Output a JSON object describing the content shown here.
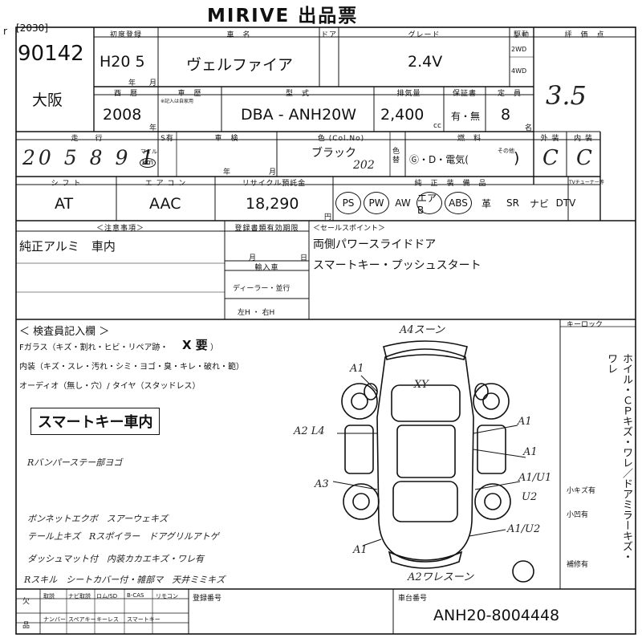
{
  "sheet": {
    "brand_title": "MIRIVE 出品票",
    "corner_prefix": "r",
    "corner_code": "[2030]",
    "lot_number": "90142",
    "location": "大阪"
  },
  "row1": {
    "labels": {
      "first_reg": "初度登録",
      "car_name": "車　名",
      "door": "ドア",
      "grade": "グレード",
      "drive": "駆動",
      "score": "評　価　点"
    },
    "first_reg_value": "H20 5",
    "year_unit": "年",
    "month_unit": "月",
    "car_name_value": "ヴェルファイア",
    "grade_value": "2.4V",
    "drive_options": [
      "2WD",
      "4WD"
    ],
    "score_value": "3.5"
  },
  "row2": {
    "labels": {
      "year": "西　暦",
      "inspection": "車　歴",
      "model": "型　式",
      "displacement": "排気量",
      "warranty": "保証書",
      "capacity": "定　員"
    },
    "inspection_note": "※記入は自家用",
    "year_value": "2008",
    "year_unit": "年",
    "model_value": "DBA - ANH20W",
    "displacement_value": "2,400",
    "displacement_unit": "cc",
    "warranty_value": "有・無",
    "capacity_value": "8",
    "capacity_unit": "名"
  },
  "row3": {
    "labels": {
      "mileage": "走　　行",
      "s": "S有",
      "shaken": "車　検",
      "color": "色 (Col.No)",
      "fuel": "燃　料",
      "exterior": "外 装",
      "interior": "内 装"
    },
    "mileage_value": "20 5 8 9 1",
    "mileage_units": [
      "マイル",
      "km"
    ],
    "shaken_year_unit": "年",
    "shaken_month_unit": "月",
    "color_value": "ブラック",
    "color_code": "202",
    "color_change_label": "色替",
    "fuel_value": "Ⓖ・D・電気(",
    "fuel_other": "その他",
    "fuel_close": ")",
    "exterior_value": "C",
    "interior_value": "C"
  },
  "row4": {
    "labels": {
      "shift": "シ フ ト",
      "aircon": "エ ア コ ン",
      "recycle": "リサイクル預託金",
      "equipment": "純　正　装　備　品",
      "tv_tuner": "TVチューナー等"
    },
    "shift_value": "AT",
    "aircon_value": "AAC",
    "recycle_value": "18,290",
    "recycle_unit": "円",
    "equipment": [
      "PS",
      "PW",
      "AW",
      "エアB",
      "ABS",
      "革",
      "SR",
      "ナビ",
      "DTV"
    ]
  },
  "notes": {
    "caution_label": "＜注意事項＞",
    "caution_text": "純正アルミ　車内",
    "registration_label": "登録書類有効期限",
    "reg_month": "月",
    "reg_day": "日",
    "import_label": "輸入車",
    "dealer_label": "ディーラー・並行",
    "steering_label": "左H ・ 右H",
    "sales_label": "＜セールスポイント＞",
    "sales_lines": [
      "両側パワースライドドア",
      "スマートキー・プッシュスタート"
    ]
  },
  "inspector": {
    "title": "＜ 検査員記入欄 ＞",
    "fglass": "Fガラス（キズ・割れ・ヒビ・リペア跡・",
    "fglass_mark": "X 要",
    "fglass_close": "）",
    "interior_line": "内装（キズ・スレ・汚れ・シミ・ヨゴ・臭・キレ・破れ・範）",
    "audio_line": "オーディオ（無し・穴）/ タイヤ（スタッドレス）",
    "boxed_note": "スマートキー車内",
    "hand_notes": [
      "Rバンパーステー部ヨゴ",
      "ボンネットエクボ　スアーウェキズ",
      "テール上キズ　Rスポイラー　ドアグリルアトゲ",
      "ダッシュマット付　内装カカエキズ・ワレ有",
      "Rスキル　シートカバー付・雑部マ　天井ミミキズ"
    ]
  },
  "diagram": {
    "marks": [
      "A4スーン",
      "A1",
      "XY",
      "A2 L4",
      "A1",
      "A1",
      "A3",
      "A1/U1",
      "U2",
      "A1/U2",
      "A1",
      "A2ワレスーン"
    ]
  },
  "side_panel": {
    "label": "キーロック",
    "vertical_text": "ホイル・ＣＰキズ・ワレ／ドアミラーキズ・ワレ",
    "notes": [
      "小キズ有",
      "小凹有",
      "補修有"
    ]
  },
  "bottom": {
    "labels_top": [
      "欠",
      "取説",
      "ナビ取説",
      "ロム/SD",
      "B-CAS",
      "リモコン"
    ],
    "labels_bottom": [
      "品",
      "ナンバー",
      "スペアキー",
      "キーレス",
      "スマートキー"
    ],
    "reg_label": "登録番号",
    "frame_label": "車台番号",
    "frame_value": "ANH20-8004448"
  },
  "colors": {
    "line": "#111111",
    "paper": "#ffffff"
  }
}
